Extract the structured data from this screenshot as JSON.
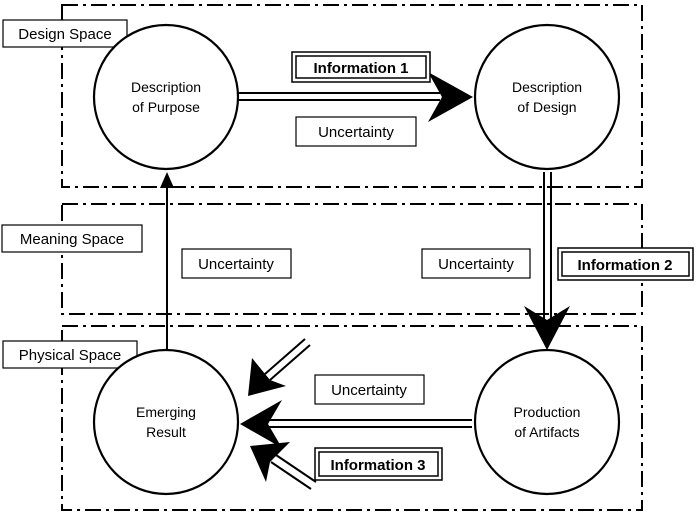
{
  "spaces": {
    "design": "Design Space",
    "meaning": "Meaning Space",
    "physical": "Physical Space"
  },
  "nodes": {
    "purpose": [
      "Description",
      "of Purpose"
    ],
    "design": [
      "Description",
      "of Design"
    ],
    "result": [
      "Emerging",
      "Result"
    ],
    "artifacts": [
      "Production",
      "of Artifacts"
    ]
  },
  "information": {
    "info1": "Information 1",
    "info2": "Information 2",
    "info3": "Information 3"
  },
  "uncertainty": {
    "top": "Uncertainty",
    "middle_left": "Uncertainty",
    "middle_right": "Uncertainty",
    "bottom": "Uncertainty"
  }
}
